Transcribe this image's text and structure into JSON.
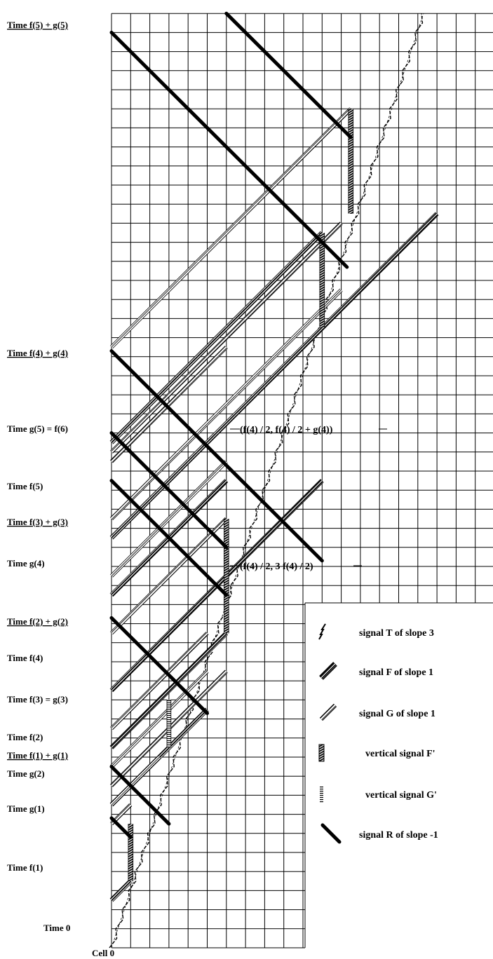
{
  "time_labels": [
    {
      "key": "f5g5",
      "text": "Time f(5) + g(5)",
      "underlined": true
    },
    {
      "key": "f4g4",
      "text": "Time f(4) + g(4)",
      "underlined": true
    },
    {
      "key": "g5f6",
      "text": "Time g(5) = f(6)",
      "underlined": false
    },
    {
      "key": "f5",
      "text": "Time f(5)",
      "underlined": false
    },
    {
      "key": "f3g3",
      "text": "Time f(3) + g(3)",
      "underlined": true
    },
    {
      "key": "g4",
      "text": "Time g(4)",
      "underlined": false
    },
    {
      "key": "f2g2",
      "text": "Time f(2) + g(2)",
      "underlined": true
    },
    {
      "key": "f4",
      "text": "Time f(4)",
      "underlined": false
    },
    {
      "key": "f3g3eq",
      "text": "Time f(3) =  g(3)",
      "underlined": false
    },
    {
      "key": "f2",
      "text": "Time f(2)",
      "underlined": false
    },
    {
      "key": "f1g1",
      "text": "Time f(1) + g(1)",
      "underlined": true
    },
    {
      "key": "g2",
      "text": "Time g(2)",
      "underlined": false
    },
    {
      "key": "g1",
      "text": "Time g(1)",
      "underlined": false
    },
    {
      "key": "f1",
      "text": "Time f(1)",
      "underlined": false
    },
    {
      "key": "t0",
      "text": "Time 0",
      "underlined": false
    }
  ],
  "cell_label": "Cell 0",
  "annotations": {
    "upper": "(f(4) / 2, f(4) / 2 + g(4))",
    "lower": "(f(4) / 2, 3 f(4) / 2)"
  },
  "legend": [
    {
      "key": "T",
      "text": "signal  T  of slope 3",
      "icon": "slope-3-dashed-icon"
    },
    {
      "key": "F",
      "text": "signal  F  of slope 1",
      "icon": "slope-1-dense-hatched-icon"
    },
    {
      "key": "G",
      "text": "signal  G  of slope 1",
      "icon": "slope-1-light-hatched-icon"
    },
    {
      "key": "Fp",
      "text": "vertical signal  F'",
      "icon": "vertical-dense-hatched-icon"
    },
    {
      "key": "Gp",
      "text": "vertical signal  G'",
      "icon": "vertical-light-hatched-icon"
    },
    {
      "key": "R",
      "text": "signal  R  of slope  -1",
      "icon": "slope-minus-1-thick-icon"
    }
  ]
}
